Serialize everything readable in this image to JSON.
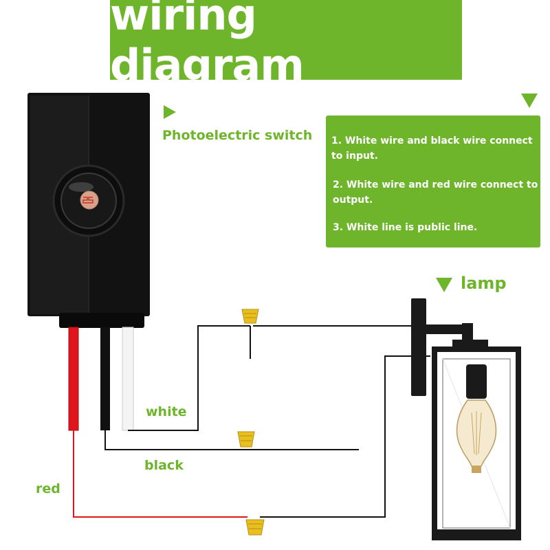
{
  "title": "wiring diagram",
  "switch_label": "Photoelectric switch",
  "lamp_label": "lamp",
  "notes": [
    "1.  White wire and black wire connect to input.",
    "2.  White wire and red wire connect to output.",
    "3.  White line is public line."
  ],
  "wire_labels": {
    "white": "white",
    "black": "black",
    "red": "red"
  },
  "colors": {
    "accent_green": "#6fb52c",
    "wire_red": "#e0141c",
    "wire_black": "#111111",
    "wire_white": "#f4f4f4",
    "connector_yellow": "#e8bf1e"
  },
  "icons": [
    "play-triangle-icon",
    "down-triangle-icon",
    "photocell-sensor-icon",
    "wire-nut-icon",
    "lamp-icon"
  ]
}
